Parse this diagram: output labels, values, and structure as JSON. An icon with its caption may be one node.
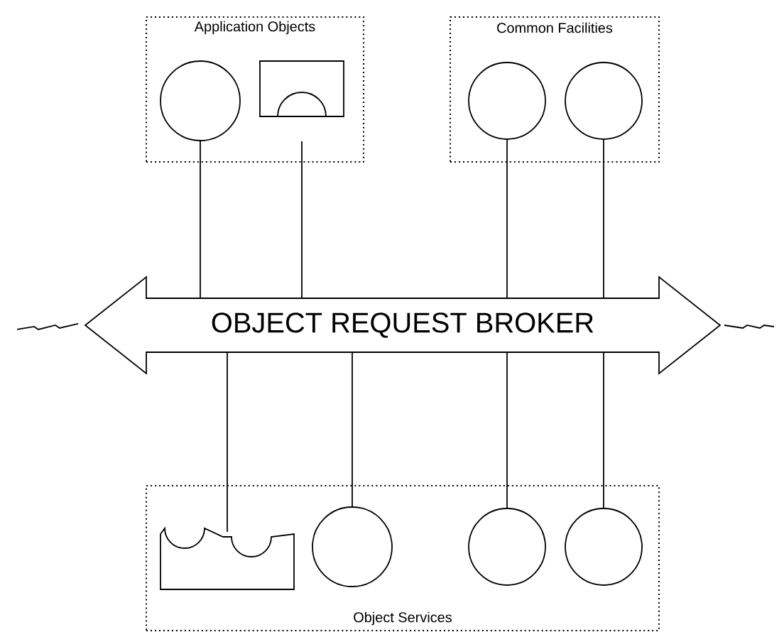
{
  "diagram": {
    "nodes": [
      {
        "text": [
          "Application Objects"
        ]
      },
      {
        "text": [],
        "shape": "circle",
        "in": 0
      },
      {
        "text": [],
        "shape": "plug",
        "in": 0
      },
      {
        "text": [
          "Common Facilities"
        ]
      },
      {
        "text": [],
        "shape": "circle",
        "in": 3
      },
      {
        "text": [],
        "shape": "circle",
        "in": 3
      },
      {
        "text": [
          "OBJECT REQUEST BROKER"
        ]
      },
      {
        "text": [
          "Object Services"
        ]
      },
      {
        "text": [],
        "shape": "socket",
        "in": 7
      },
      {
        "text": [],
        "shape": "circle",
        "in": 7
      },
      {
        "text": [],
        "shape": "circle",
        "in": 7
      },
      {
        "text": [],
        "shape": "circle",
        "in": 7
      }
    ],
    "edges": [
      {
        "from": 1,
        "to": 6,
        "arrow": "none"
      },
      {
        "from": 2,
        "to": 6,
        "arrow": "none"
      },
      {
        "from": 4,
        "to": 6,
        "arrow": "none"
      },
      {
        "from": 5,
        "to": 6,
        "arrow": "none"
      },
      {
        "from": 6,
        "to": 8,
        "arrow": "none"
      },
      {
        "from": 6,
        "to": 9,
        "arrow": "none"
      },
      {
        "from": 6,
        "to": 10,
        "arrow": "none"
      },
      {
        "from": 6,
        "to": 11,
        "arrow": "none"
      }
    ]
  }
}
